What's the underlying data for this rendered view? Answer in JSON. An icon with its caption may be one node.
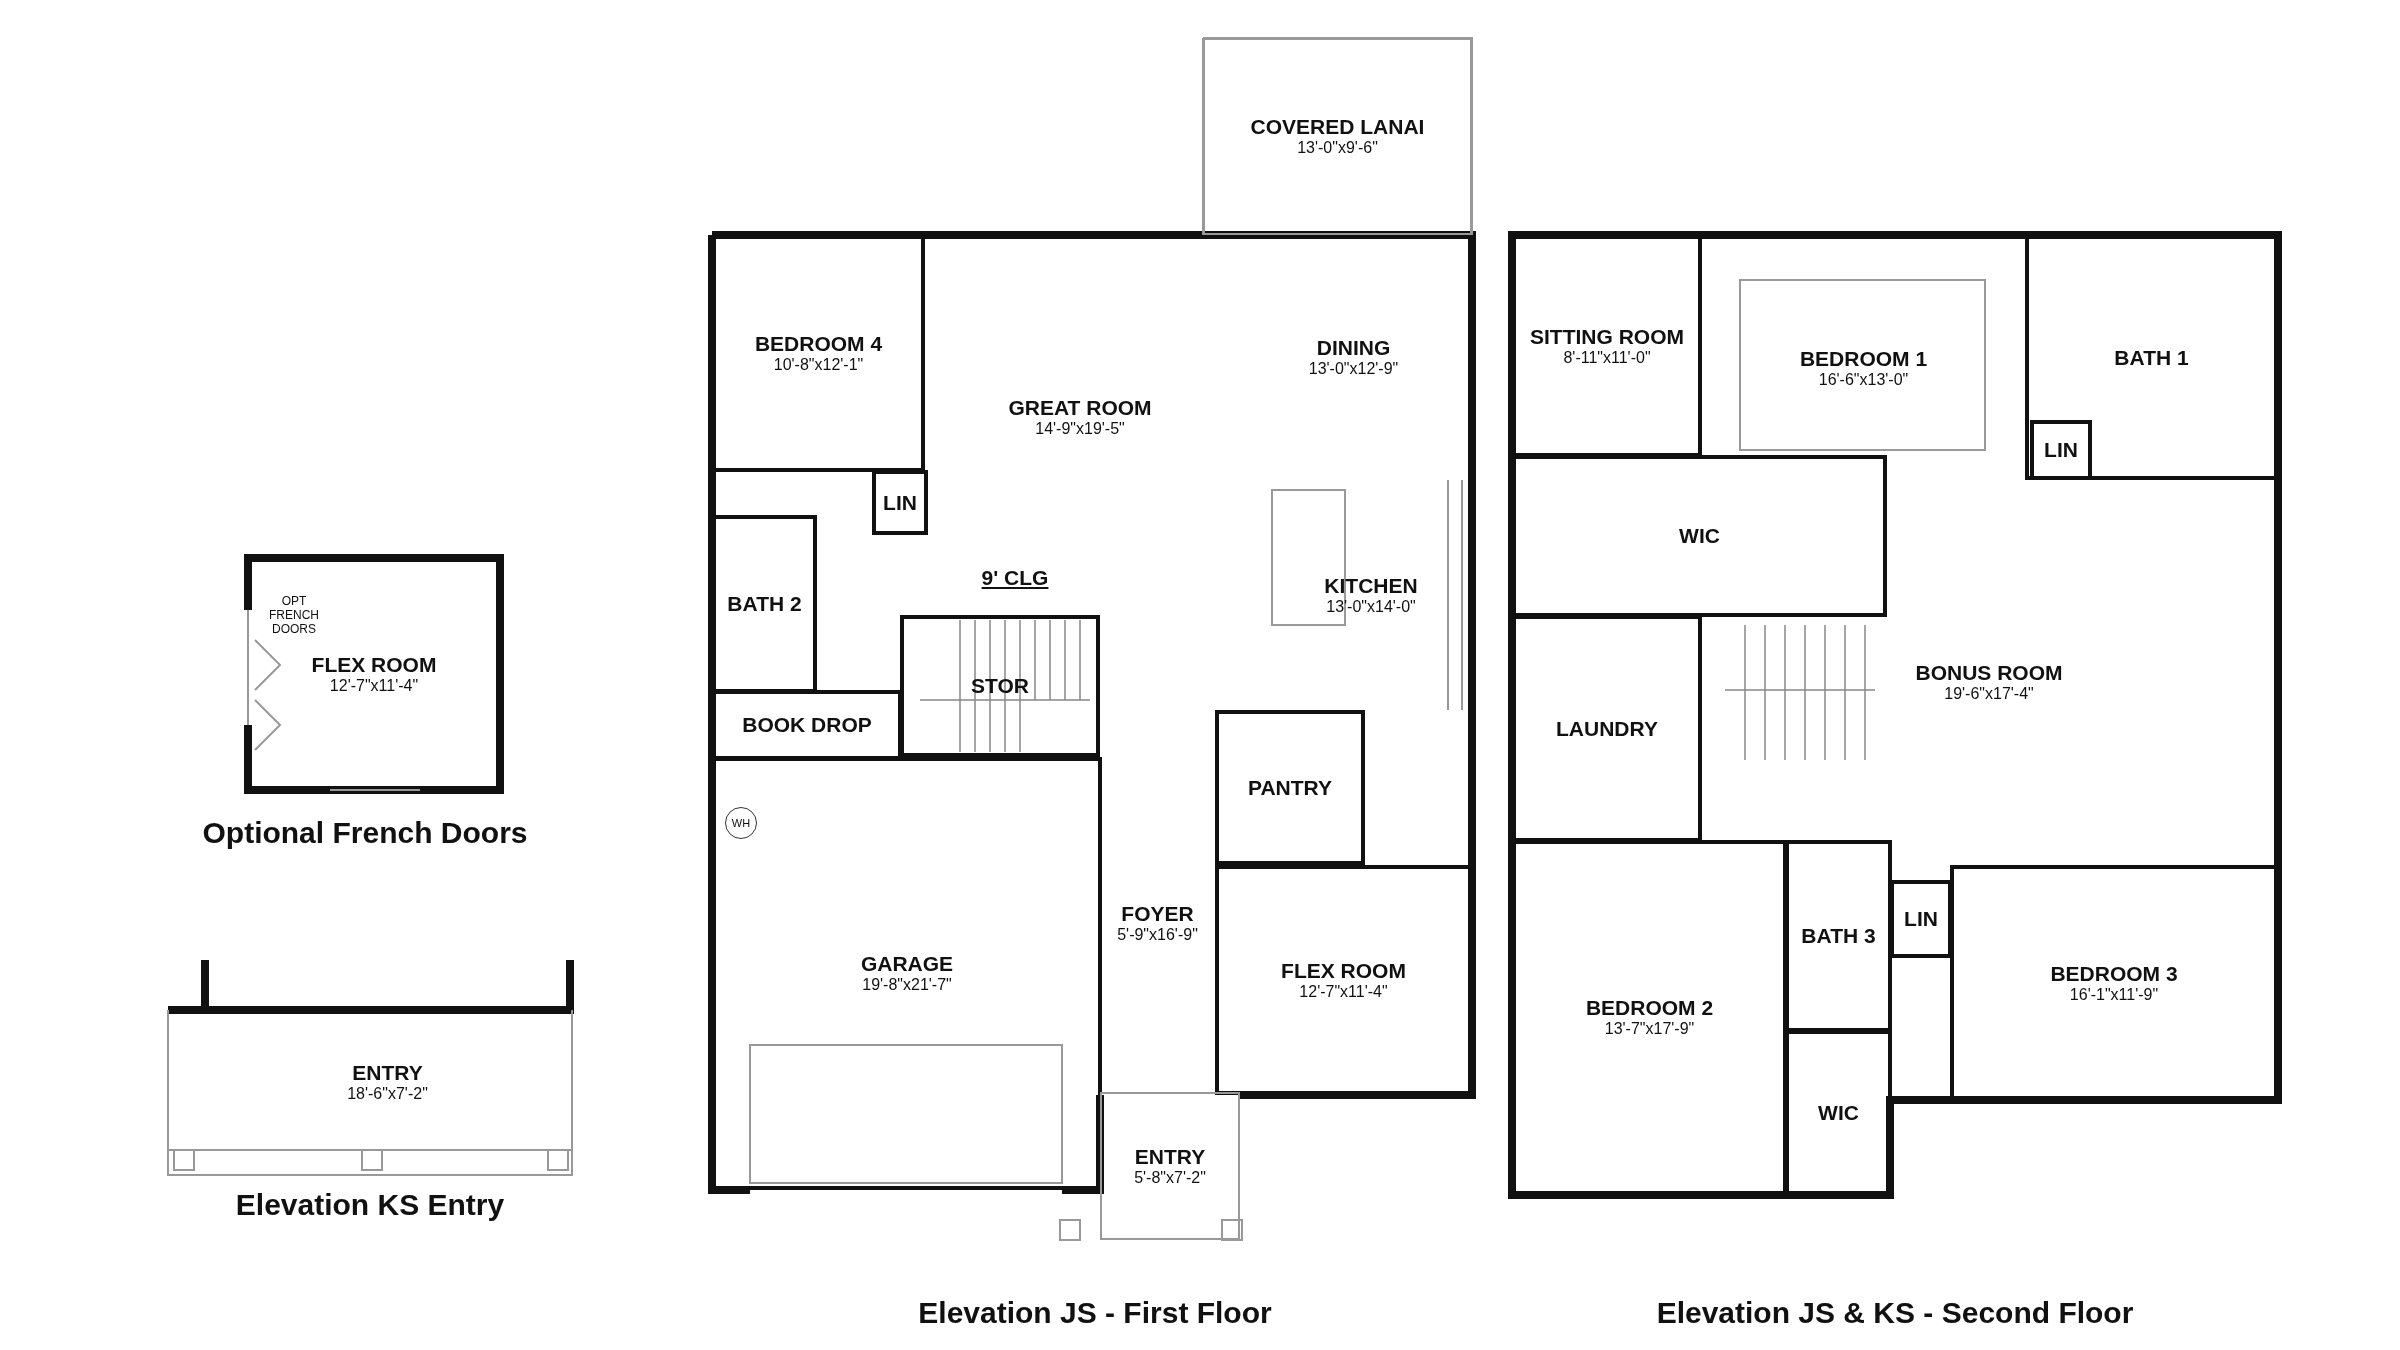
{
  "diagram": {
    "nodes": [
      {
        "text": [
          "Optional French Doors"
        ]
      },
      {
        "text": [
          "FLEX ROOM",
          "12'-7\"x11'-4\""
        ],
        "in": 0
      },
      {
        "text": [
          "Elevation KS Entry"
        ]
      },
      {
        "text": [
          "ENTRY",
          "18'-6\"x7'-2\""
        ],
        "in": 2
      },
      {
        "text": [
          "Elevation JS - First Floor"
        ]
      },
      {
        "text": [
          "COVERED LANAI",
          "13'-0\"x9'-6\""
        ],
        "in": 4
      },
      {
        "text": [
          "BEDROOM 4",
          "10'-8\"x12'-1\""
        ],
        "in": 4
      },
      {
        "text": [
          "GREAT ROOM",
          "14'-9\"x19'-5\""
        ],
        "in": 4
      },
      {
        "text": [
          "DINING",
          "13'-0\"x12'-9\""
        ],
        "in": 4
      },
      {
        "text": [
          "LIN"
        ],
        "in": 4
      },
      {
        "text": [
          "BATH 2"
        ],
        "in": 4
      },
      {
        "text": [
          "KITCHEN",
          "13'-0\"x14'-0\""
        ],
        "in": 4
      },
      {
        "text": [
          "STOR"
        ],
        "in": 4
      },
      {
        "text": [
          "BOOK DROP"
        ],
        "in": 4
      },
      {
        "text": [
          "PANTRY"
        ],
        "in": 4
      },
      {
        "text": [
          "GARAGE",
          "19'-8\"x21'-7\""
        ],
        "in": 4
      },
      {
        "text": [
          "WH"
        ],
        "in": 15
      },
      {
        "text": [
          "FOYER",
          "5'-9\"x16'-9\""
        ],
        "in": 4
      },
      {
        "text": [
          "FLEX ROOM",
          "12'-7\"x11'-4\""
        ],
        "in": 4
      },
      {
        "text": [
          "ENTRY",
          "5'-8\"x7'-2\""
        ],
        "in": 4
      },
      {
        "text": [
          "Elevation JS & KS - Second Floor"
        ]
      },
      {
        "text": [
          "SITTING ROOM",
          "8'-11\"x11'-0\""
        ],
        "in": 20
      },
      {
        "text": [
          "BEDROOM 1",
          "16'-6\"x13'-0\""
        ],
        "in": 20
      },
      {
        "text": [
          "BATH 1"
        ],
        "in": 20
      },
      {
        "text": [
          "LIN"
        ],
        "in": 23
      },
      {
        "text": [
          "WIC"
        ],
        "in": 20
      },
      {
        "text": [
          "LAUNDRY"
        ],
        "in": 20
      },
      {
        "text": [
          "BONUS ROOM",
          "19'-6\"x17'-4\""
        ],
        "in": 20
      },
      {
        "text": [
          "BEDROOM 2",
          "13'-7\"x17'-9\""
        ],
        "in": 20
      },
      {
        "text": [
          "BATH 3"
        ],
        "in": 20
      },
      {
        "text": [
          "LIN"
        ],
        "in": 20
      },
      {
        "text": [
          "BEDROOM 3",
          "16'-1\"x11'-9\""
        ],
        "in": 20
      },
      {
        "text": [
          "WIC"
        ],
        "in": 20
      }
    ],
    "labels": [
      "OPT FRENCH DOORS",
      "9' CLG"
    ]
  }
}
